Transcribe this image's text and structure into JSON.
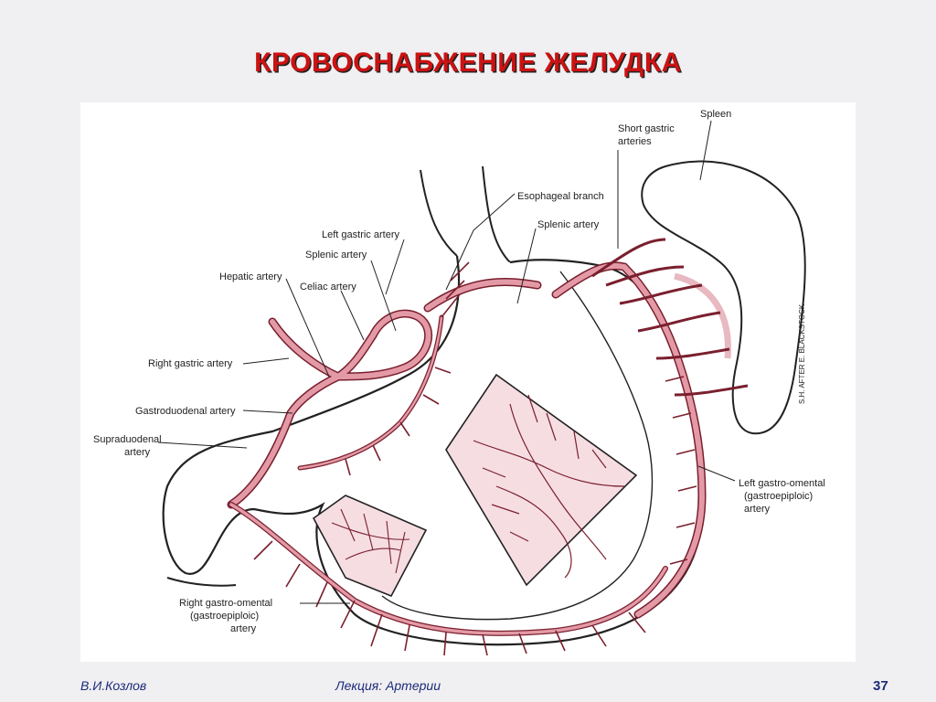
{
  "slide": {
    "title": "КРОВОСНАБЖЕНИЕ   ЖЕЛУДКА"
  },
  "figure": {
    "labels": {
      "spleen": "Spleen",
      "short_gastric_1": "Short gastric",
      "short_gastric_2": "arteries",
      "esophageal_branch": "Esophageal branch",
      "splenic_artery_right": "Splenic artery",
      "left_gastric": "Left gastric artery",
      "splenic_artery_left": "Splenic artery",
      "hepatic": "Hepatic artery",
      "celiac": "Celiac artery",
      "right_gastric": "Right gastric artery",
      "gastroduodenal": "Gastroduodenal artery",
      "supraduodenal_1": "Supraduodenal",
      "supraduodenal_2": "artery",
      "left_gastro_omental_1": "Left gastro-omental",
      "left_gastro_omental_2": "(gastroepiploic)",
      "left_gastro_omental_3": "artery",
      "right_gastro_omental_1": "Right gastro-omental",
      "right_gastro_omental_2": "(gastroepiploic)",
      "right_gastro_omental_3": "artery"
    },
    "signature": "S.H. AFTER E. BLACKSTOCK",
    "colors": {
      "artery_fill": "#e39aa6",
      "artery_outline": "#7a1f2e",
      "mucosa_tint": "#f6dde2",
      "outline": "#222222"
    }
  },
  "footer": {
    "author": "В.И.Козлов",
    "lecture": "Лекция: Артерии",
    "page": "37"
  }
}
